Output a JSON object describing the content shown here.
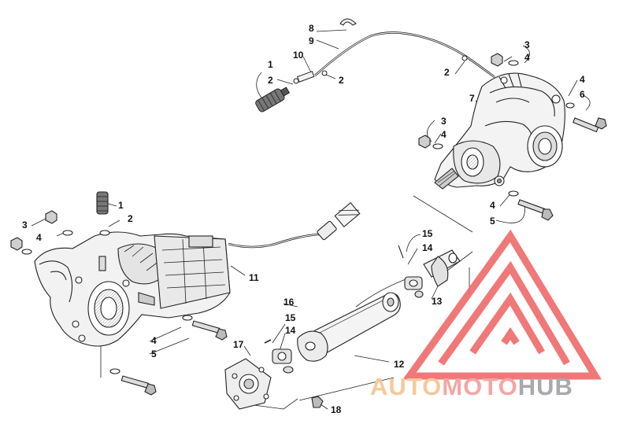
{
  "diagram": {
    "callouts": {
      "c1_top": "1",
      "c2_top": "2",
      "c8": "8",
      "c9": "9",
      "c10": "10",
      "c2_cable": "2",
      "c2_right": "2",
      "c3_rt": "3",
      "c4_rt": "4",
      "c7": "7",
      "c4_r": "4",
      "c6": "6",
      "c3_rm": "3",
      "c4_rm": "4",
      "c4_rb": "4",
      "c5_rb": "5",
      "c1_left": "1",
      "c2_left": "2",
      "c3_left": "3",
      "c4_left": "4",
      "c11": "11",
      "c15_a": "15",
      "c14_a": "14",
      "c13": "13",
      "c16": "16",
      "c15_b": "15",
      "c14_b": "14",
      "c12": "12",
      "c17": "17",
      "c4_bot": "4",
      "c5_bot": "5",
      "c18": "18"
    }
  },
  "watermark": {
    "part1": "AUTO",
    "part2": "MOTO",
    "part3": "HUB",
    "colors": {
      "auto": "#f6c99a",
      "moto": "#f4a6a4",
      "hub": "#a9a9ad",
      "triangle": "#ef6a6a"
    }
  }
}
